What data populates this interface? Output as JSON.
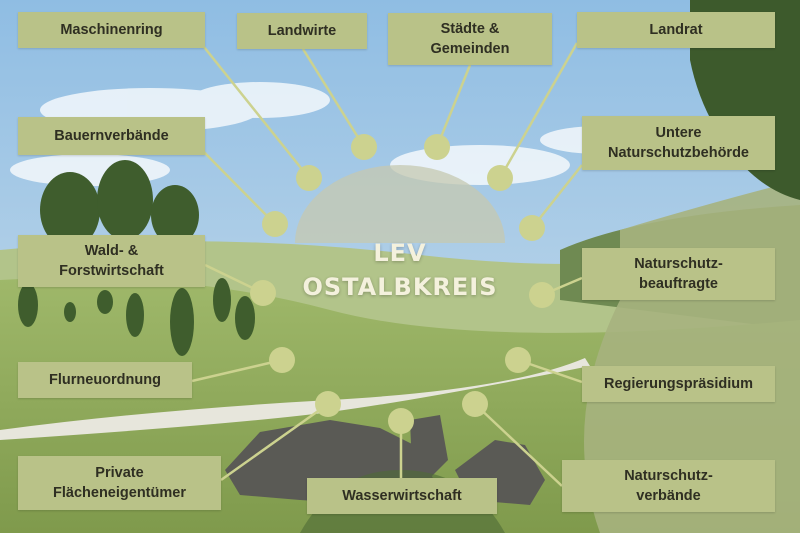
{
  "colors": {
    "label_bg": "#b9c288",
    "connector": "#ccd28f",
    "sky": "#a9cbe6",
    "meadow": "#95ad60",
    "hub": "#c6c8b0"
  },
  "center": {
    "title": "LEV\nOSTALBKREIS"
  },
  "stakeholders": [
    {
      "id": "maschinenring",
      "label": "Maschinenring"
    },
    {
      "id": "landwirte",
      "label": "Landwirte"
    },
    {
      "id": "staedte-gemeinden",
      "label": "Städte &\nGemeinden"
    },
    {
      "id": "landrat",
      "label": "Landrat"
    },
    {
      "id": "bauernverbaende",
      "label": "Bauernverbände"
    },
    {
      "id": "untere-naturschutzbehoerde",
      "label": "Untere\nNaturschutzbehörde"
    },
    {
      "id": "wald-forstwirtschaft",
      "label": "Wald- &\nForstwirtschaft"
    },
    {
      "id": "naturschutzbeauftragte",
      "label": "Naturschutz-\nbeauftragte"
    },
    {
      "id": "flurneuordnung",
      "label": "Flurneuordnung"
    },
    {
      "id": "regierungspraesidium",
      "label": "Regierungspräsidium"
    },
    {
      "id": "private-flaecheneigentuemer",
      "label": "Private\nFlächeneigentümer"
    },
    {
      "id": "wasserwirtschaft",
      "label": "Wasserwirtschaft"
    },
    {
      "id": "naturschutzverbaende",
      "label": "Naturschutz-\nverbände"
    }
  ]
}
